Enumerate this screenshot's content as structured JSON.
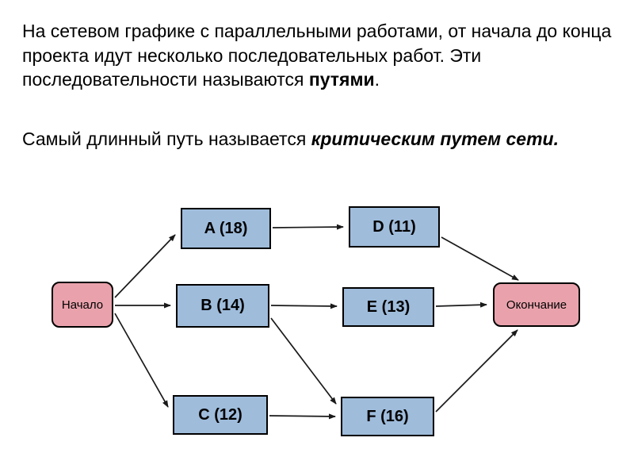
{
  "slide": {
    "para1": {
      "text": "На сетевом графике с параллельными работами, от начала до конца проекта идут несколько последовательных работ. Эти последовательности называются ",
      "bold": "путями",
      "tail": "."
    },
    "para2": {
      "text": "Самый длинный путь называется ",
      "bold_italic": "критическим путем сети."
    }
  },
  "diagram": {
    "type": "network-graph",
    "nodes": {
      "start": {
        "label": "Начало",
        "kind": "terminal"
      },
      "a": {
        "label": "A (18)",
        "kind": "task"
      },
      "b": {
        "label": "B (14)",
        "kind": "task"
      },
      "c": {
        "label": "C (12)",
        "kind": "task"
      },
      "d": {
        "label": "D (11)",
        "kind": "task"
      },
      "e": {
        "label": "E (13)",
        "kind": "task"
      },
      "f": {
        "label": "F (16)",
        "kind": "task"
      },
      "end": {
        "label": "Окончание",
        "kind": "terminal"
      }
    },
    "edges": [
      {
        "from": "Начало",
        "to": "A (18)"
      },
      {
        "from": "Начало",
        "to": "B (14)"
      },
      {
        "from": "Начало",
        "to": "C (12)"
      },
      {
        "from": "A (18)",
        "to": "D (11)"
      },
      {
        "from": "B (14)",
        "to": "E (13)"
      },
      {
        "from": "B (14)",
        "to": "F (16)"
      },
      {
        "from": "C (12)",
        "to": "F (16)"
      },
      {
        "from": "D (11)",
        "to": "Окончание"
      },
      {
        "from": "E (13)",
        "to": "Окончание"
      },
      {
        "from": "F (16)",
        "to": "Окончание"
      }
    ],
    "colors": {
      "task_fill": "#9fbcdb",
      "terminal_fill": "#e9a2ac",
      "border": "#000000",
      "arrow": "#1a1a1a"
    }
  }
}
